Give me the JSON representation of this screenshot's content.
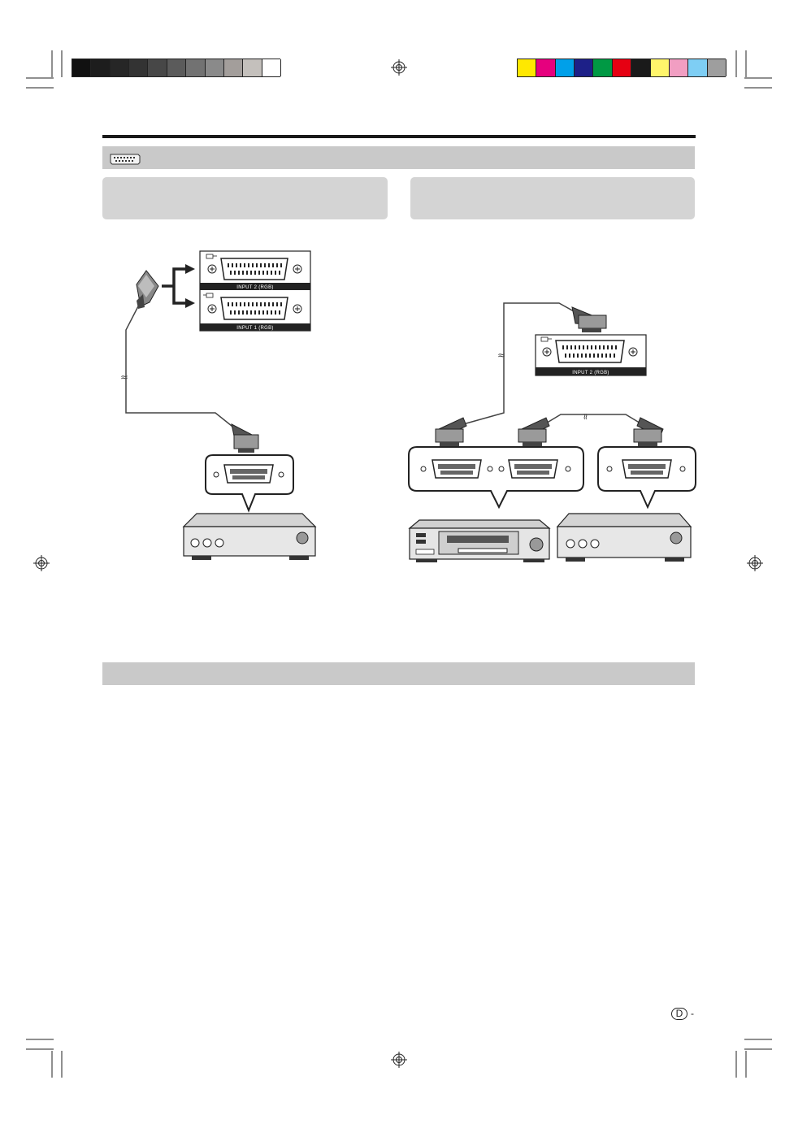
{
  "print_marks": {
    "grayscale_bar": [
      "#111111",
      "#1d1d1d",
      "#262626",
      "#333333",
      "#474747",
      "#5b5b5b",
      "#727272",
      "#8a8a8a",
      "#a39e9b",
      "#c4c0bc",
      "#ffffff"
    ],
    "color_bar": [
      "#ffe800",
      "#e6007e",
      "#00a0e9",
      "#1d2088",
      "#009944",
      "#e60012",
      "#1a1a1a",
      "#fff56b",
      "#f19ec2",
      "#7ecef4",
      "#9e9e9e"
    ]
  },
  "diagram": {
    "left_panel": {
      "tv_terminal_top_label": "INPUT 2 (RGB)",
      "tv_terminal_bottom_label": "INPUT 1 (RGB)"
    },
    "right_panel": {
      "tv_terminal_label": "INPUT 2 (RGB)"
    }
  },
  "footer": {
    "page_badge": "D",
    "page_suffix": "-"
  }
}
